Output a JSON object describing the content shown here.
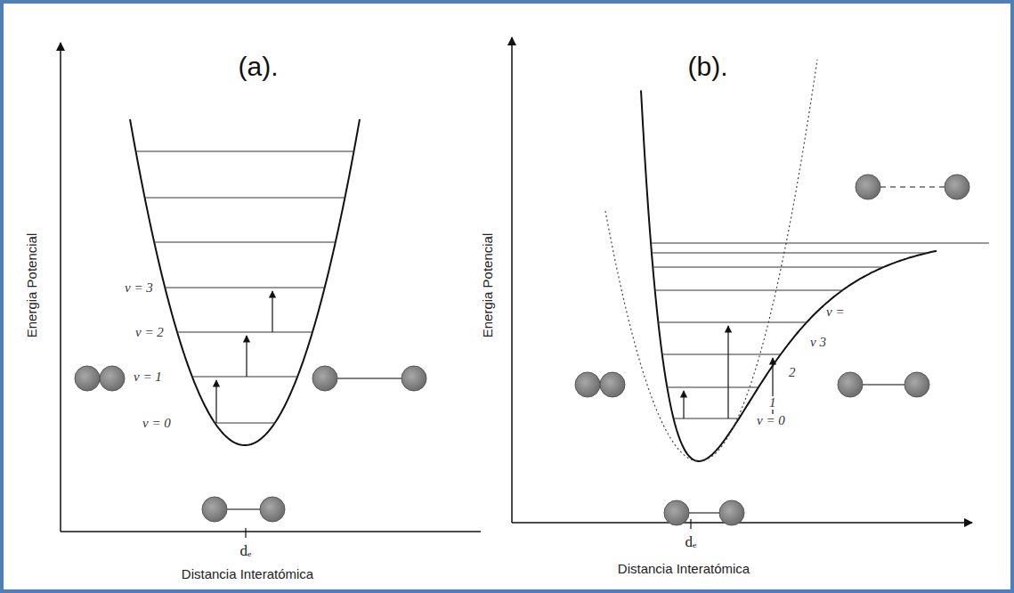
{
  "diagram": {
    "labels": [
      "(a).",
      "(b).",
      "Energia Potencial",
      "Energia Potencial",
      "dₑ",
      "dₑ",
      "Distancia Interatómica",
      "Distancia Interatómica",
      "v = 0",
      "v = 1",
      "v = 2",
      "v = 3",
      "v = 0",
      "1",
      "2",
      "v 3",
      "v ="
    ]
  }
}
